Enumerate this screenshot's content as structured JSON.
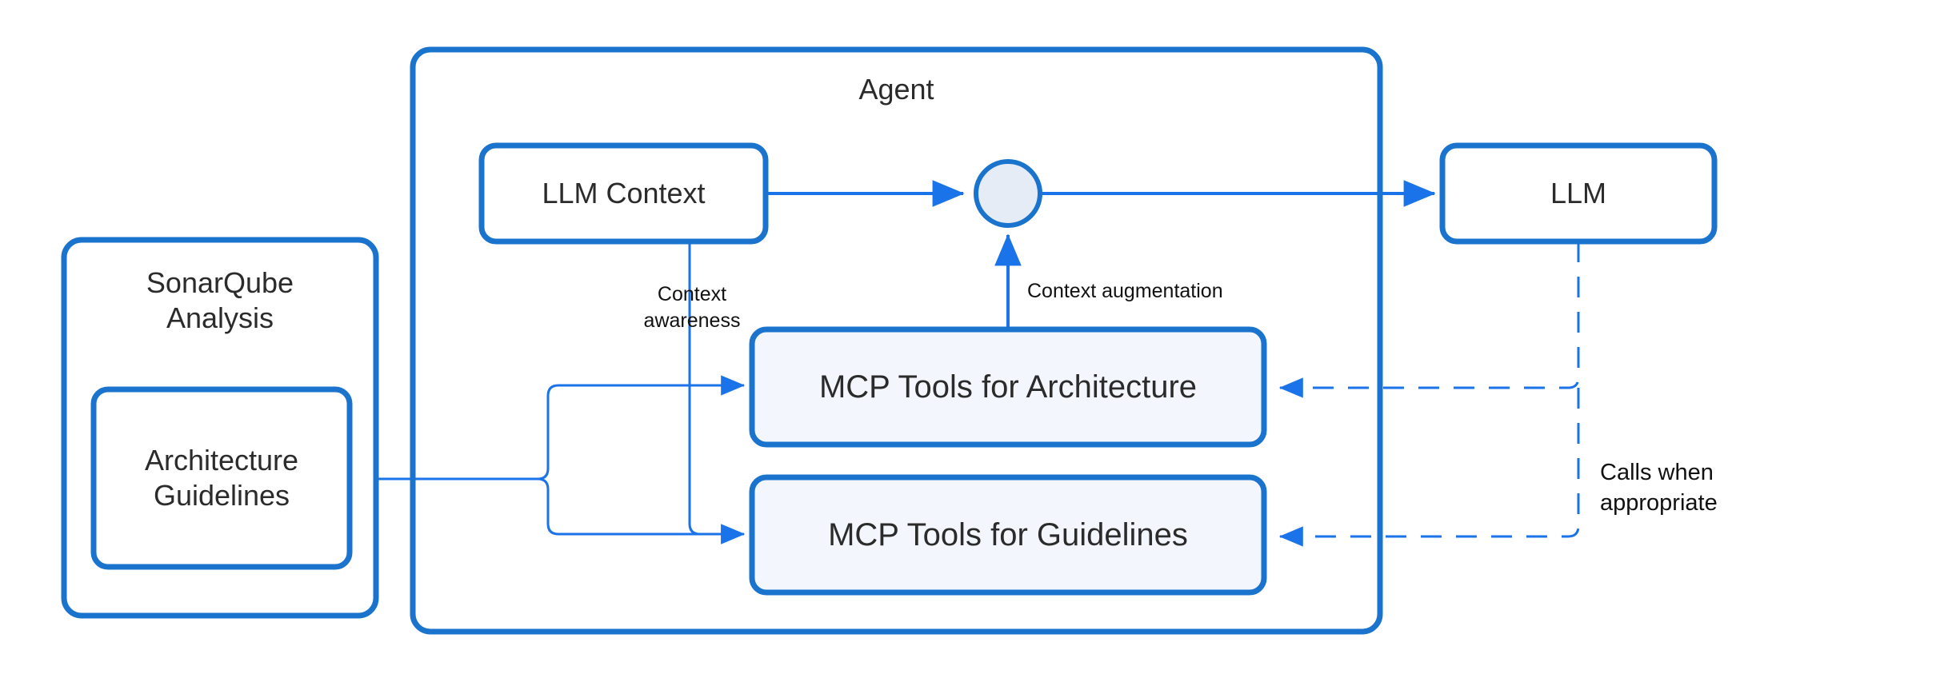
{
  "diagram": {
    "title": "Agent architecture with MCP tools",
    "colors": {
      "stroke_heavy": "#1a73cc",
      "stroke_light": "#1a73e8",
      "box_fill_white": "#ffffff",
      "box_fill_tint": "#f3f6fc",
      "circle_fill": "#e6ecf5",
      "text": "#2b2b2b",
      "edge_label_text": "#111111",
      "background": "#ffffff"
    },
    "containers": [
      {
        "id": "sonarqube-analysis",
        "label": "SonarQube\nAnalysis",
        "shape": "rounded-rect",
        "fill": "white"
      },
      {
        "id": "agent",
        "label": "Agent",
        "shape": "rounded-rect",
        "fill": "white"
      }
    ],
    "nodes": [
      {
        "id": "architecture-guidelines",
        "label": "Architecture\nGuidelines",
        "shape": "rounded-rect",
        "fill": "white"
      },
      {
        "id": "llm-context",
        "label": "LLM Context",
        "shape": "rounded-rect",
        "fill": "white"
      },
      {
        "id": "merge-junction",
        "label": "",
        "shape": "circle",
        "fill": "tint"
      },
      {
        "id": "llm",
        "label": "LLM",
        "shape": "rounded-rect",
        "fill": "white"
      },
      {
        "id": "mcp-tools-architecture",
        "label": "MCP Tools for Architecture",
        "shape": "rounded-rect",
        "fill": "tint"
      },
      {
        "id": "mcp-tools-guidelines",
        "label": "MCP Tools for Guidelines",
        "shape": "rounded-rect",
        "fill": "tint"
      }
    ],
    "edges": [
      {
        "id": "ctx-to-junction",
        "from": "llm-context",
        "to": "merge-junction",
        "style": "solid",
        "arrow": true,
        "label": ""
      },
      {
        "id": "junction-to-llm",
        "from": "merge-junction",
        "to": "llm",
        "style": "solid",
        "arrow": true,
        "label": ""
      },
      {
        "id": "mcp-arch-to-junction",
        "from": "mcp-tools-architecture",
        "to": "merge-junction",
        "style": "solid",
        "arrow": true,
        "label": "Context augmentation"
      },
      {
        "id": "ctx-to-mcp-guidelines",
        "from": "llm-context",
        "to": "mcp-tools-guidelines",
        "style": "solid",
        "arrow": true,
        "label": "Context\nawareness"
      },
      {
        "id": "guidelines-to-mcp-arch",
        "from": "architecture-guidelines",
        "to": "mcp-tools-architecture",
        "style": "solid",
        "arrow": true,
        "label": ""
      },
      {
        "id": "guidelines-to-mcp-guidelines",
        "from": "architecture-guidelines",
        "to": "mcp-tools-guidelines",
        "style": "solid",
        "arrow": true,
        "label": ""
      },
      {
        "id": "llm-to-mcp-arch",
        "from": "llm",
        "to": "mcp-tools-architecture",
        "style": "dashed",
        "arrow": true,
        "label": "Calls when\nappropriate"
      },
      {
        "id": "llm-to-mcp-guidelines",
        "from": "llm",
        "to": "mcp-tools-guidelines",
        "style": "dashed",
        "arrow": true,
        "label": ""
      }
    ],
    "edge_labels": {
      "context_awareness": "Context\nawareness",
      "context_augmentation": "Context augmentation",
      "calls_when_appropriate": "Calls when\nappropriate"
    }
  }
}
